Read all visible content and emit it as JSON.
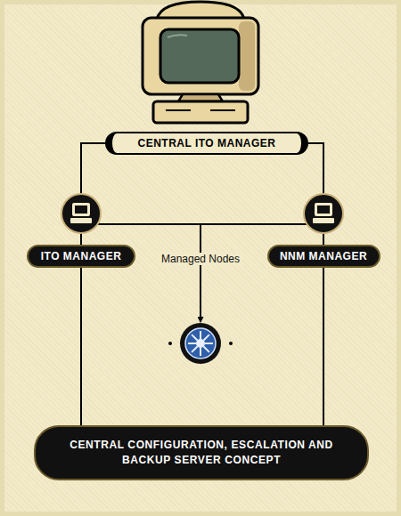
{
  "diagram": {
    "nodes": [
      {
        "text": [
          "CENTRAL ITO MANAGER"
        ]
      },
      {
        "text": [
          "ITO MANAGER"
        ]
      },
      {
        "text": [
          "NNM MANAGER"
        ]
      },
      {
        "text": [
          "Managed Nodes"
        ]
      },
      {
        "text": [
          "CENTRAL CONFIGURATION, ESCALATION AND BACKUP SERVER CONCEPT"
        ]
      }
    ],
    "edges": [
      {
        "from": 0,
        "to": 1,
        "arrow": "none"
      },
      {
        "from": 0,
        "to": 2,
        "arrow": "none"
      },
      {
        "from": 1,
        "to": 3,
        "arrow": "to"
      },
      {
        "from": 2,
        "to": 3,
        "arrow": "to"
      },
      {
        "from": 1,
        "to": 4,
        "arrow": "none"
      },
      {
        "from": 2,
        "to": 4,
        "arrow": "none"
      }
    ]
  }
}
